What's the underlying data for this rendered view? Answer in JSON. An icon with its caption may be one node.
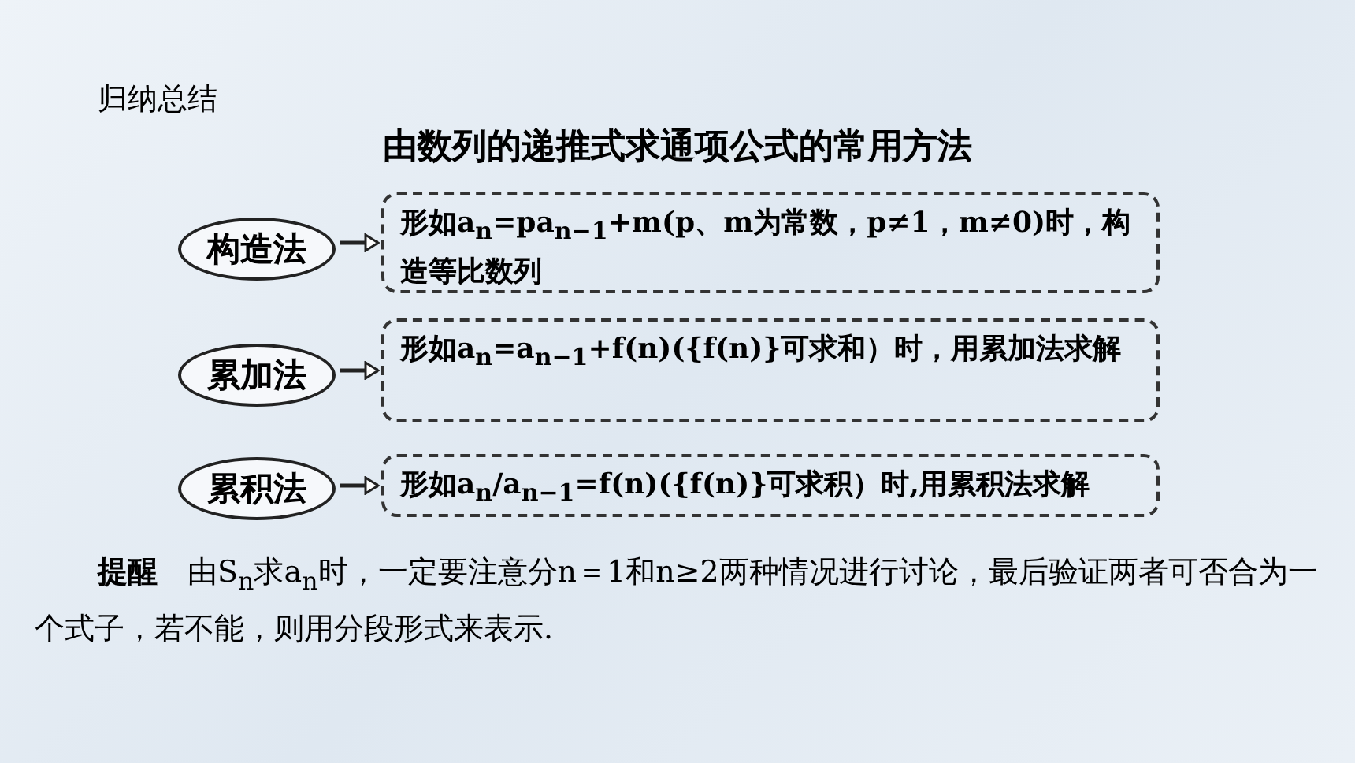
{
  "diagram": {
    "title": "由数列的递推式求通项公式的常用方法",
    "nodes": [
      {
        "text": [
          "构造法"
        ]
      },
      {
        "text": [
          "形如a$_{n}$=pa$_{n−1}$+m(p、m为常数，p≠1，m≠0)时，构造等比数列"
        ]
      },
      {
        "text": [
          "累加法"
        ]
      },
      {
        "text": [
          "形如a$_{n}$=a$_{n−1}$+f(n)({f(n)}可求和）时，用累加法求解"
        ]
      },
      {
        "text": [
          "累积法"
        ]
      },
      {
        "text": [
          "形如a$_{n}$/a$_{n−1}$=f(n)({f(n)}可求积）时,用累积法求解"
        ]
      }
    ],
    "edges": [
      {
        "from": 0,
        "to": 1,
        "arrow": "to"
      },
      {
        "from": 2,
        "to": 3,
        "arrow": "to"
      },
      {
        "from": 4,
        "to": 5,
        "arrow": "to"
      }
    ],
    "labels": [
      "归纳总结",
      "**提醒**　由S$_{n}$求a$_{n}$时，一定要注意分n＝1和n≥2两种情况进行讨论，最后验证两者可否合为一个式子，若不能，则用分段形式来表示."
    ]
  }
}
